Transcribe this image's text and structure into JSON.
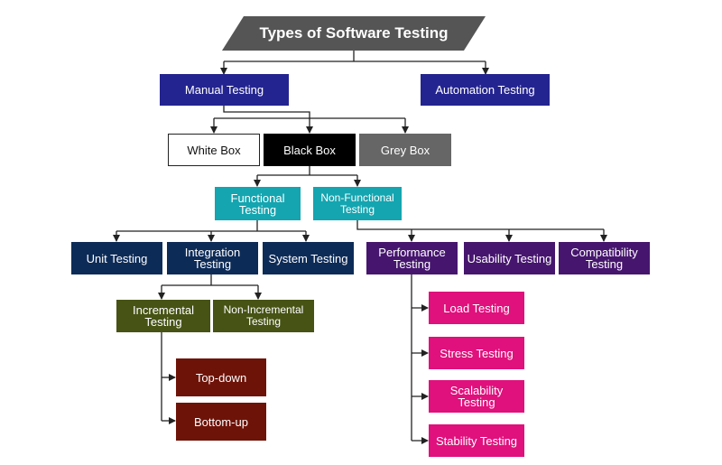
{
  "title": "Types of Software Testing",
  "colors": {
    "banner": "#555555",
    "navy": "#242490",
    "dark_blue": "#0d2b57",
    "teal": "#14a5b0",
    "purple": "#46166e",
    "olive": "#465314",
    "maroon": "#6e1308",
    "magenta": "#e0107c",
    "grey": "#666666",
    "black": "#000000",
    "line": "#222222"
  },
  "nodes": {
    "manual": "Manual Testing",
    "automation": "Automation Testing",
    "white_box": "White Box",
    "black_box": "Black Box",
    "grey_box": "Grey Box",
    "functional": "Functional Testing",
    "non_functional": "Non-Functional Testing",
    "unit": "Unit Testing",
    "integration": "Integration Testing",
    "system": "System Testing",
    "performance": "Performance Testing",
    "usability": "Usability Testing",
    "compatibility": "Compatibility Testing",
    "incremental": "Incremental Testing",
    "non_incremental": "Non-Incremental Testing",
    "top_down": "Top-down",
    "bottom_up": "Bottom-up",
    "load": "Load Testing",
    "stress": "Stress Testing",
    "scalability": "Scalability Testing",
    "stability": "Stability Testing"
  }
}
